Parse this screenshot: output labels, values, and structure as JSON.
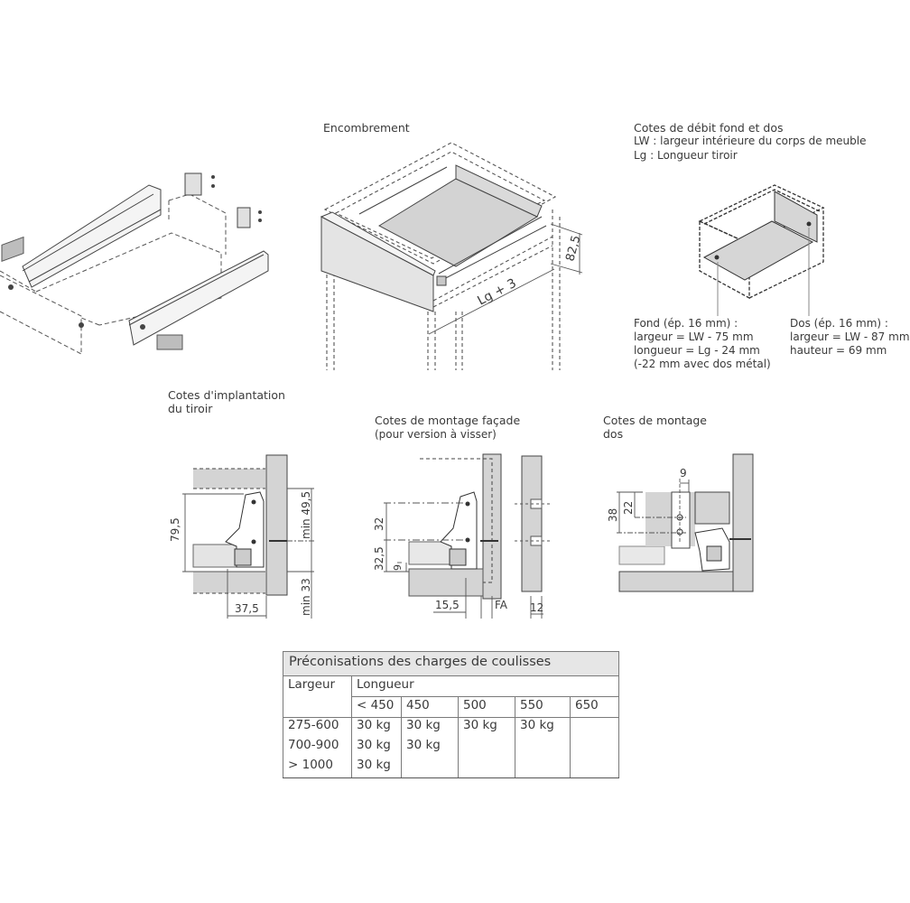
{
  "sections": {
    "encombrement": {
      "title": "Encombrement",
      "dim_height": "82,5",
      "dim_length": "Lg + 3"
    },
    "cotes_debit": {
      "title": "Cotes de débit fond et dos",
      "legend_lw": "LW : largeur intérieure du corps de meuble",
      "legend_lg": "Lg : Longueur tiroir",
      "fond": {
        "line1": "Fond (ép. 16 mm) :",
        "line2": "largeur = LW - 75 mm",
        "line3": "longueur = Lg - 24 mm",
        "line4": "(-22 mm avec dos métal)"
      },
      "dos": {
        "line1": "Dos (ép. 16 mm) :",
        "line2": "largeur = LW - 87 mm",
        "line3": "hauteur = 69 mm"
      }
    },
    "implantation": {
      "title_line1": "Cotes d'implantation",
      "title_line2": "du tiroir",
      "dim_height": "79,5",
      "dim_top": "min 49,5",
      "dim_bottom": "min 33",
      "dim_width": "37,5"
    },
    "montage_facade": {
      "title": "Cotes de montage façade",
      "subtitle": "(pour version à visser)",
      "dim_upper": "32",
      "dim_lower": "32,5",
      "dim_small": "9",
      "dim_offset": "15,5",
      "dim_fa": "FA",
      "dim_thickness": "12"
    },
    "montage_dos": {
      "title_line1": "Cotes de montage",
      "title_line2": "dos",
      "dim_top": "9",
      "dim_mid": "22",
      "dim_total": "38"
    }
  },
  "table": {
    "title": "Préconisations des charges de coulisses",
    "col_header_left": "Largeur",
    "col_header_group": "Longueur",
    "columns": [
      "< 450",
      "450",
      "500",
      "550",
      "650"
    ],
    "rows": [
      {
        "largeur": "275-600",
        "values": [
          "30 kg",
          "30 kg",
          "30 kg",
          "30 kg",
          ""
        ]
      },
      {
        "largeur": "700-900",
        "values": [
          "30 kg",
          "30 kg",
          "",
          "",
          ""
        ]
      },
      {
        "largeur": "> 1000",
        "values": [
          "30 kg",
          "",
          "",
          "",
          ""
        ]
      }
    ]
  }
}
